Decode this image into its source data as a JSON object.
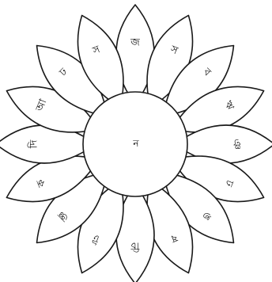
{
  "diagram": {
    "center_label": "ন",
    "petal_labels": [
      "জ",
      "স",
      "ব",
      "ঋ",
      "ঞ",
      "ঢ",
      "ঙ",
      "ষ",
      "চি",
      "ট",
      "জ্ঞ",
      "ক",
      "দি",
      "আ",
      "ঢ",
      "স"
    ]
  }
}
